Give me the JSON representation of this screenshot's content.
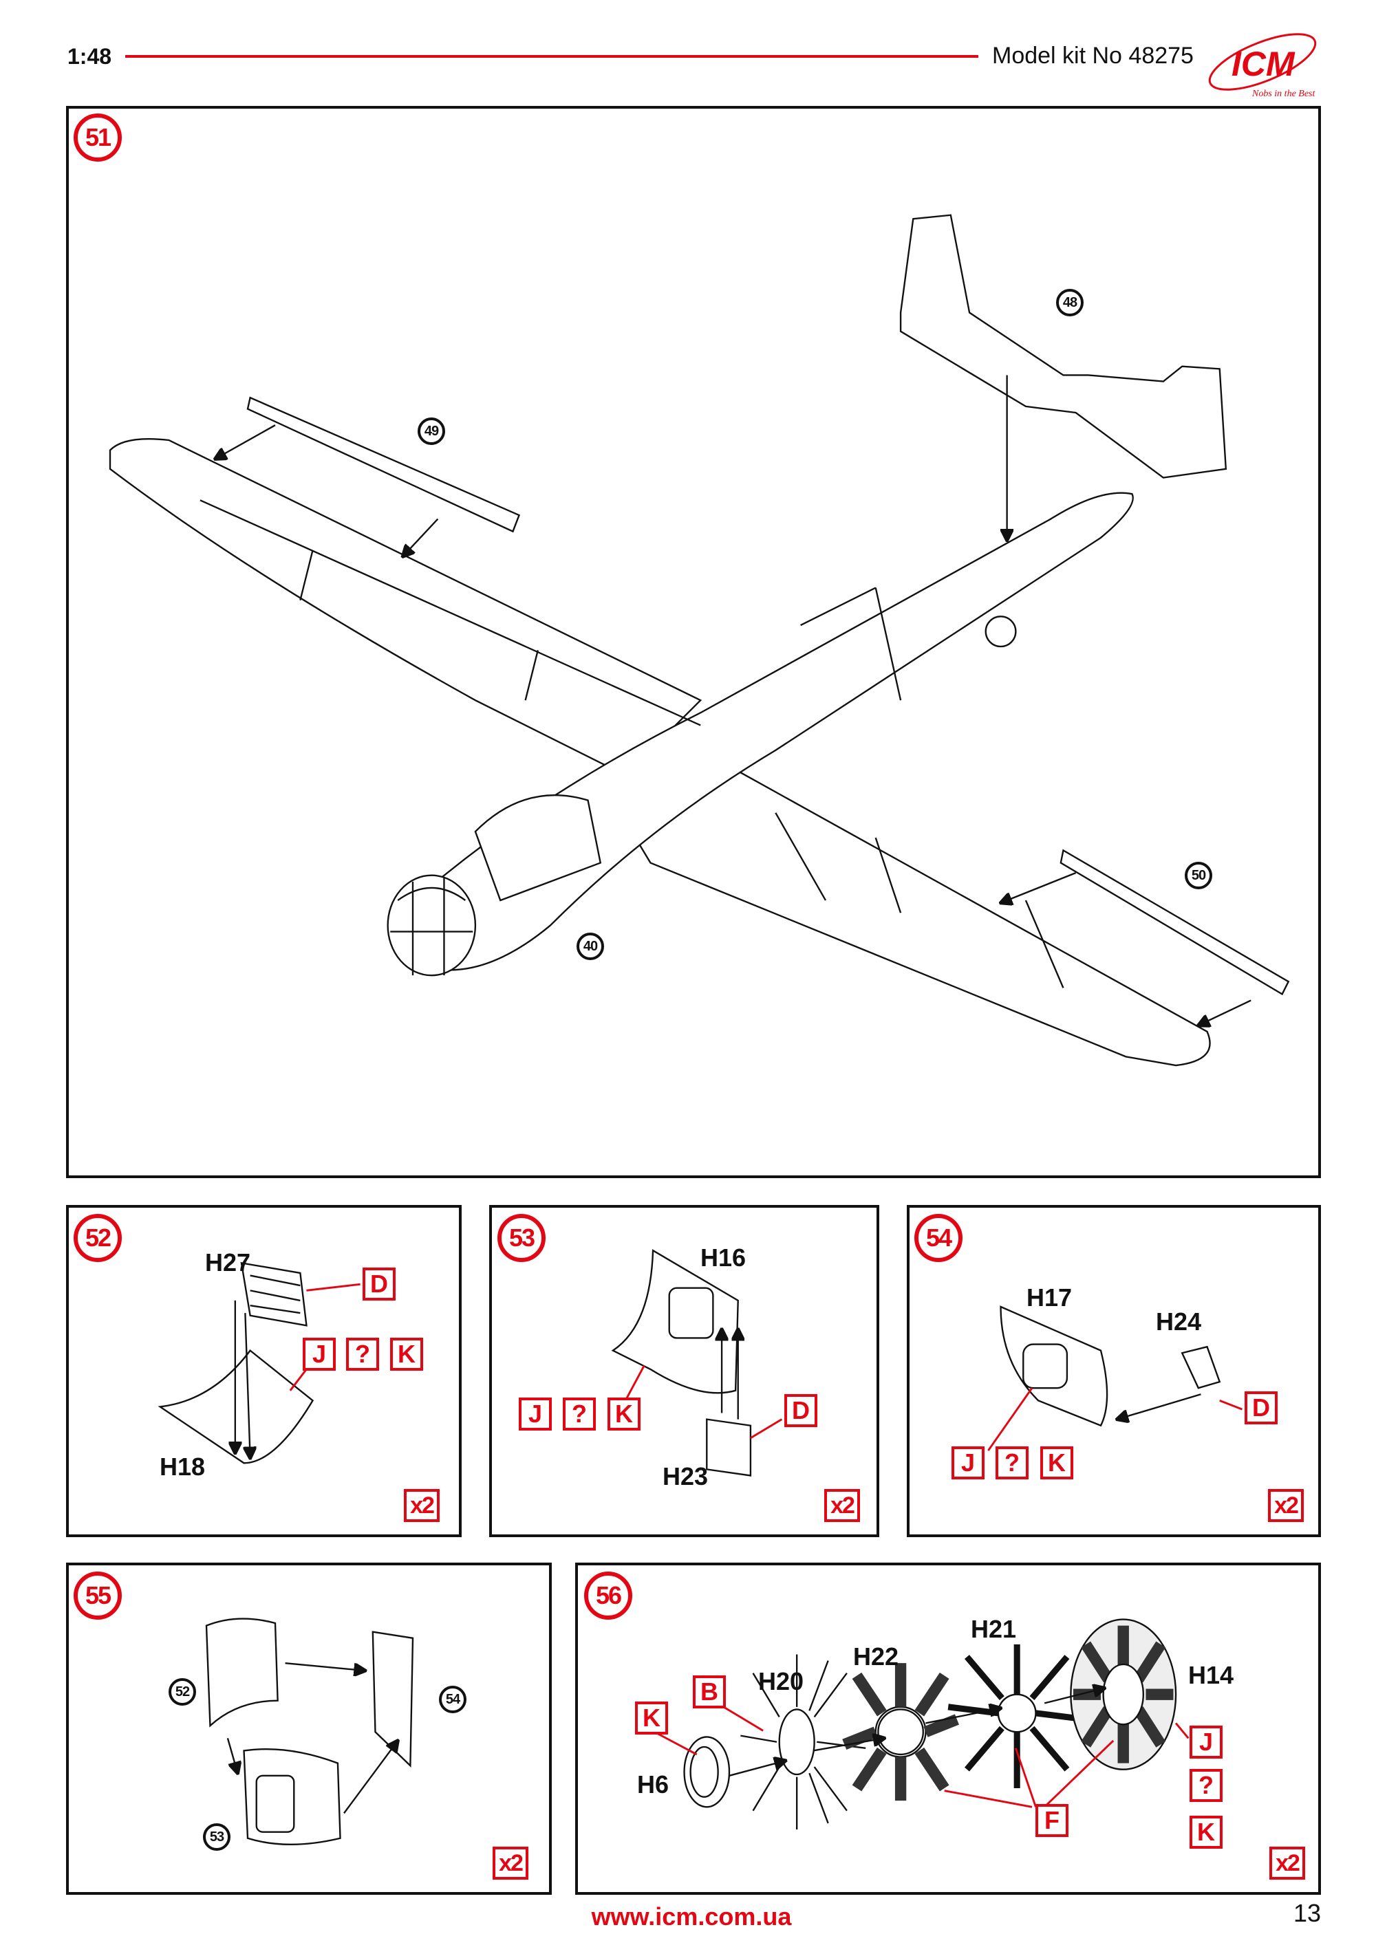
{
  "header": {
    "scale": "1:48",
    "model_kit": "Model kit No 48275",
    "logo_text": "ICM",
    "logo_tagline": "Nobs in the Best"
  },
  "footer": {
    "website": "www.icm.com.ua",
    "page_number": "13"
  },
  "colors": {
    "accent": "#e30613",
    "ink": "#111111"
  },
  "steps": {
    "s51": {
      "number": "51",
      "refs": [
        "48",
        "49",
        "50",
        "40"
      ]
    },
    "s52": {
      "number": "52",
      "parts": [
        "H27",
        "H18"
      ],
      "colors": [
        "D",
        "J",
        "?",
        "K"
      ],
      "qty": "x2"
    },
    "s53": {
      "number": "53",
      "parts": [
        "H16",
        "H23"
      ],
      "colors": [
        "D",
        "J",
        "?",
        "K"
      ],
      "qty": "x2"
    },
    "s54": {
      "number": "54",
      "parts": [
        "H17",
        "H24"
      ],
      "colors": [
        "D",
        "J",
        "?",
        "K"
      ],
      "qty": "x2"
    },
    "s55": {
      "number": "55",
      "refs": [
        "52",
        "54",
        "53"
      ],
      "qty": "x2"
    },
    "s56": {
      "number": "56",
      "parts": [
        "H20",
        "H22",
        "H21",
        "H14",
        "H6"
      ],
      "colors": [
        "B",
        "K",
        "F",
        "J",
        "?",
        "K"
      ],
      "qty": "x2"
    }
  }
}
